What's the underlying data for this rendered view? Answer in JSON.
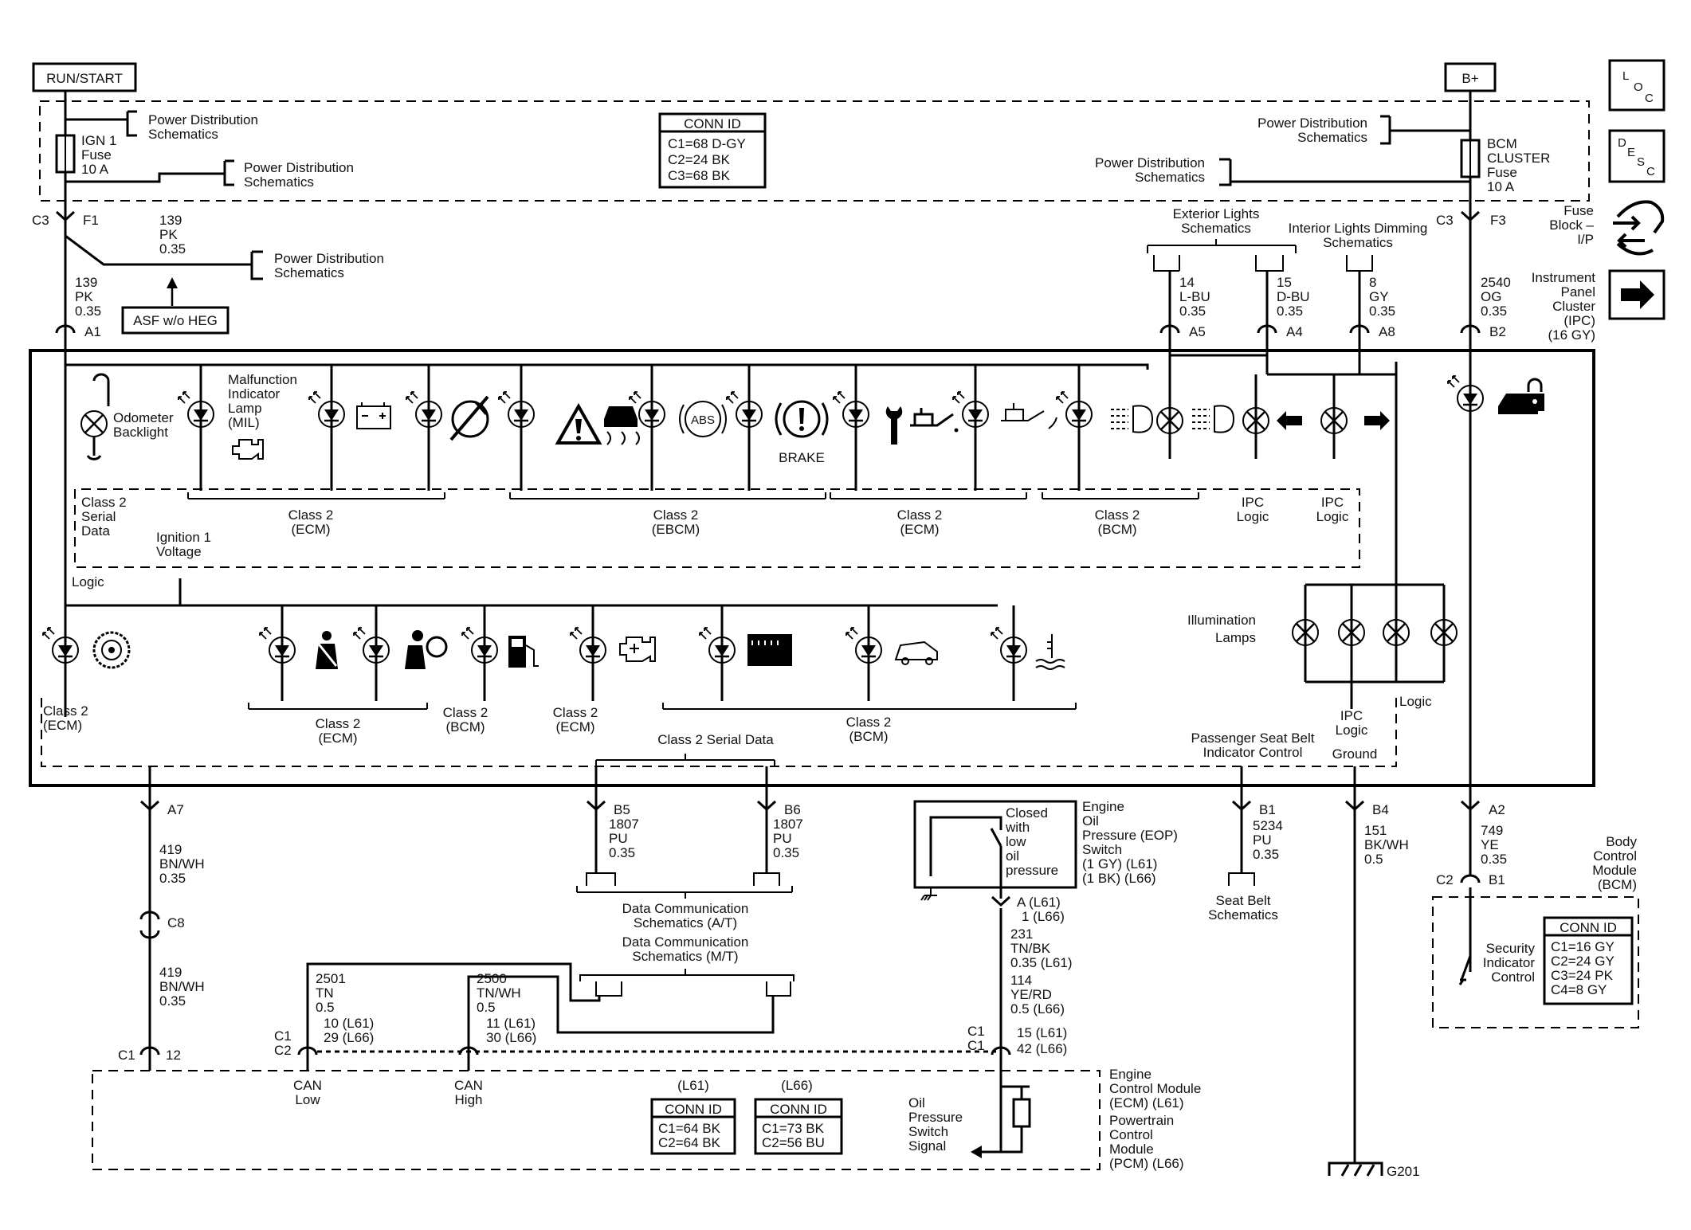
{
  "terminals": {
    "run_start": "RUN/START",
    "b_plus": "B+"
  },
  "nav": {
    "loc": [
      "L",
      "O",
      "C"
    ],
    "desc": [
      "D",
      "E",
      "S",
      "C"
    ]
  },
  "fuse_block": {
    "conn_title": "CONN ID",
    "conn_lines": [
      "C1=68 D-GY",
      "C2=24 BK",
      "C3=68 BK"
    ],
    "ign_fuse": [
      "IGN 1",
      "Fuse",
      "10 A"
    ],
    "bcm_fuse": [
      "BCM",
      "CLUSTER",
      "Fuse",
      "10 A"
    ],
    "pd_left_1": [
      "Power Distribution",
      "Schematics"
    ],
    "pd_left_2": [
      "Power Distribution",
      "Schematics"
    ],
    "pd_right_1": [
      "Power Distribution",
      "Schematics"
    ],
    "pd_right_2": [
      "Power Distribution",
      "Schematics"
    ],
    "label": [
      "Fuse",
      "Block –",
      "I/P"
    ]
  },
  "connectors_top": {
    "c3_left": "C3",
    "f1": "F1",
    "c3_right": "C3",
    "f3": "F3",
    "a1": "A1",
    "a5": "A5",
    "a4": "A4",
    "a8": "A8",
    "b2": "B2"
  },
  "wires_top": {
    "w139_branch": [
      "139",
      "PK",
      "0.35"
    ],
    "w139": [
      "139",
      "PK",
      "0.35"
    ],
    "w14": [
      "14",
      "L-BU",
      "0.35"
    ],
    "w15": [
      "15",
      "D-BU",
      "0.35"
    ],
    "w8": [
      "8",
      "GY",
      "0.35"
    ],
    "w2540": [
      "2540",
      "OG",
      "0.35"
    ],
    "pd_branch": [
      "Power Distribution",
      "Schematics"
    ],
    "asf": "ASF w/o HEG",
    "ext_lights": [
      "Exterior Lights",
      "Schematics"
    ],
    "int_dimming": [
      "Interior Lights Dimming",
      "Schematics"
    ]
  },
  "ipc": {
    "label": [
      "Instrument",
      "Panel",
      "Cluster",
      "(IPC)",
      "(16 GY)"
    ],
    "odometer": [
      "Odometer",
      "Backlight"
    ],
    "mil": [
      "Malfunction",
      "Indicator",
      "Lamp",
      "(MIL)"
    ],
    "brake": "BRAKE",
    "abs": "ABS",
    "class2_serial": [
      "Class 2",
      "Serial",
      "Data"
    ],
    "ign_voltage": [
      "Ignition 1",
      "Voltage"
    ],
    "logic_left": "Logic",
    "logic_right": "Logic",
    "row1_buses": [
      [
        "Class 2",
        "(ECM)"
      ],
      [
        "Class 2",
        "(EBCM)"
      ],
      [
        "Class 2",
        "(ECM)"
      ],
      [
        "Class 2",
        "(BCM)"
      ]
    ],
    "ipc_logic": [
      "IPC",
      "Logic"
    ],
    "illumination": [
      "Illumination",
      "Lamps"
    ],
    "row2_buses": [
      [
        "Class 2",
        "(ECM)"
      ],
      [
        "Class 2",
        "(ECM)"
      ],
      [
        "Class 2",
        "(BCM)"
      ],
      [
        "Class 2",
        "(ECM)"
      ],
      [
        "Class 2",
        "(BCM)"
      ]
    ],
    "class2_serial_data": "Class 2 Serial Data",
    "passenger_seat": [
      "Passenger Seat Belt",
      "Indicator Control"
    ],
    "ipc_logic_ground": [
      "IPC",
      "Logic",
      "Ground"
    ]
  },
  "connectors_bottom": {
    "a7": "A7",
    "b5": "B5",
    "b6": "B6",
    "b1": "B1",
    "b4": "B4",
    "a2": "A2",
    "c8": "C8",
    "c1_12": [
      "C1",
      "12"
    ],
    "c2_b1": [
      "C2",
      "B1"
    ],
    "c1_c2": [
      "C1",
      "C2"
    ],
    "c1_c1": [
      "C1",
      "C1"
    ],
    "eop_a": [
      "A (L61)",
      "1 (L66)"
    ]
  },
  "wires_bottom": {
    "w419a": [
      "419",
      "BN/WH",
      "0.35"
    ],
    "w419b": [
      "419",
      "BN/WH",
      "0.35"
    ],
    "w1807a": [
      "1807",
      "PU",
      "0.35"
    ],
    "w1807b": [
      "1807",
      "PU",
      "0.35"
    ],
    "w5234": [
      "5234",
      "PU",
      "0.35"
    ],
    "w151": [
      "151",
      "BK/WH",
      "0.5"
    ],
    "w749": [
      "749",
      "YE",
      "0.35"
    ],
    "w231": [
      "231",
      "TN/BK",
      "0.35 (L61)",
      "114",
      "YE/RD",
      "0.5 (L66)"
    ],
    "w2501": [
      "2501",
      "TN",
      "0.5",
      "10 (L61)",
      "29 (L66)"
    ],
    "w2500": [
      "2500",
      "TN/WH",
      "0.5",
      "11 (L61)",
      "30 (L66)"
    ],
    "pin_15": [
      "15 (L61)",
      "42 (L66)"
    ]
  },
  "eop": {
    "switch_text": [
      "Closed",
      "with",
      "low",
      "oil",
      "pressure"
    ],
    "label": [
      "Engine",
      "Oil",
      "Pressure (EOP)",
      "Switch",
      "(1 GY) (L61)",
      "(1 BK) (L66)"
    ]
  },
  "refs": {
    "data_comm_at": [
      "Data Communication",
      "Schematics (A/T)"
    ],
    "data_comm_mt": [
      "Data Communication",
      "Schematics (M/T)"
    ],
    "seat_belt": [
      "Seat Belt",
      "Schematics"
    ]
  },
  "bcm": {
    "label": [
      "Body",
      "Control",
      "Module",
      "(BCM)"
    ],
    "security": [
      "Security",
      "Indicator",
      "Control"
    ],
    "conn_title": "CONN ID",
    "conn_lines": [
      "C1=16 GY",
      "C2=24 GY",
      "C3=24 PK",
      "C4=8 GY"
    ]
  },
  "ecm": {
    "label": [
      "Engine",
      "Control Module",
      "(ECM) (L61)",
      "Powertrain",
      "Control",
      "Module",
      "(PCM) (L66)"
    ],
    "can_low": [
      "CAN",
      "Low"
    ],
    "can_high": [
      "CAN",
      "High"
    ],
    "l61": "(L61)",
    "l66": "(L66)",
    "conn_l61_title": "CONN ID",
    "conn_l61": [
      "C1=64 BK",
      "C2=64 BK"
    ],
    "conn_l66_title": "CONN ID",
    "conn_l66": [
      "C1=73 BK",
      "C2=56 BU"
    ],
    "oil_signal": [
      "Oil",
      "Pressure",
      "Switch",
      "Signal"
    ]
  },
  "ground": "G201"
}
